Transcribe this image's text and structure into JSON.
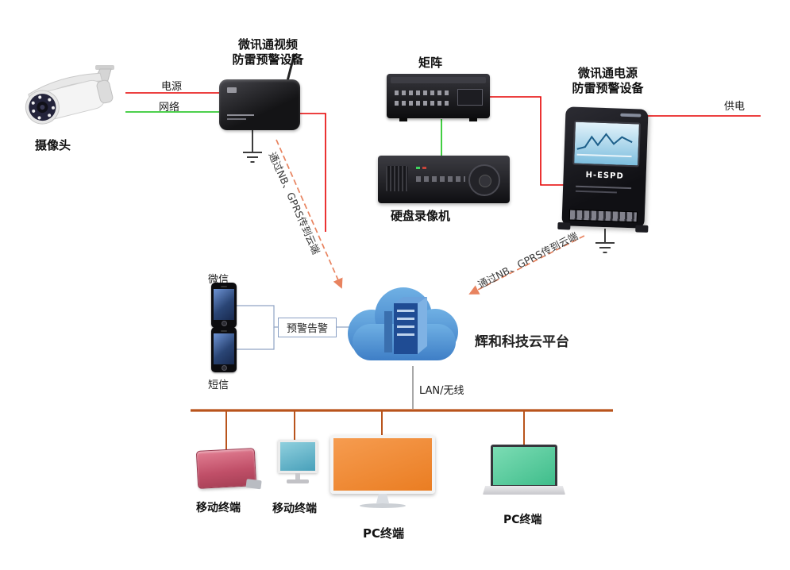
{
  "diagram": {
    "camera": {
      "label": "摄像头"
    },
    "video_protector": {
      "label_line1": "微讯通视频",
      "label_line2": "防雷预警设备"
    },
    "matrix": {
      "label": "矩阵"
    },
    "power_protector": {
      "label_line1": "微讯通电源",
      "label_line2": "防雷预警设备",
      "screen_label": "H-ESPD"
    },
    "dvr": {
      "label": "硬盘录像机"
    },
    "cloud": {
      "label": "辉和科技云平台"
    },
    "phones": {
      "wechat_label": "微信",
      "sms_label": "短信",
      "alert_label": "预警告警"
    },
    "links": {
      "power": "电源",
      "network": "网络",
      "supply": "供电",
      "nb_left": "通过NB、GPRS传到云端",
      "nb_right": "通过NB、GPRS传到云端",
      "lan": "LAN/无线"
    },
    "terminals": [
      {
        "label": "移动终端",
        "type": "tablet"
      },
      {
        "label": "移动终端",
        "type": "monitor-small"
      },
      {
        "label": "PC终端",
        "type": "monitor-large"
      },
      {
        "label": "PC终端",
        "type": "laptop"
      }
    ],
    "colors": {
      "power_line": "#e60000",
      "network_line": "#12c112",
      "dashed_arrow": "#e8835f",
      "bus_line": "#b9541c",
      "signal_line": "#90a4c4",
      "cloud_blue": "#4a8fd0"
    }
  }
}
